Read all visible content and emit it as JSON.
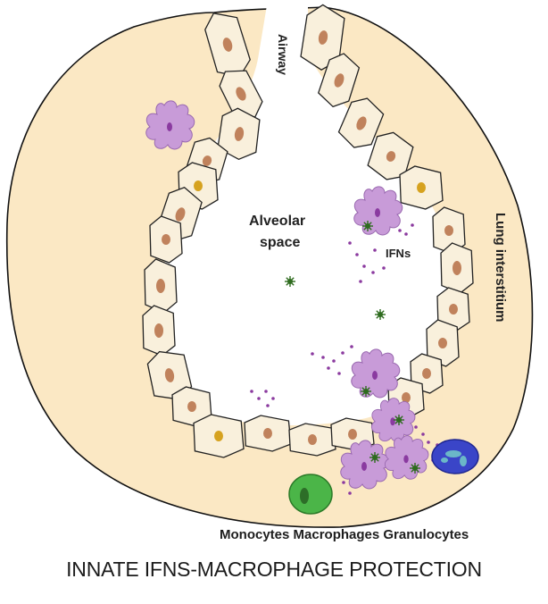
{
  "labels": {
    "airway": "Airway",
    "alveolar_line1": "Alveolar",
    "alveolar_line2": "space",
    "ifns": "IFNs",
    "lung_interstitium": "Lung interstitium"
  },
  "legend": "Monocytes Macrophages Granulocytes",
  "caption": "INNATE IFNS-MACROPHAGE PROTECTION",
  "colors": {
    "interstitium": "#fbe8c4",
    "epithelial_cell": "#f9f0dc",
    "nucleus_brown": "#c0825c",
    "nucleus_gold": "#d6a21f",
    "macrophage": "#c89bd8",
    "macrophage_nucleus": "#8a3aa0",
    "ifn_dot": "#8b3a9f",
    "virus": "#2e6b1e",
    "monocyte": "#4bb548",
    "granulocyte": "#3a45c8"
  }
}
